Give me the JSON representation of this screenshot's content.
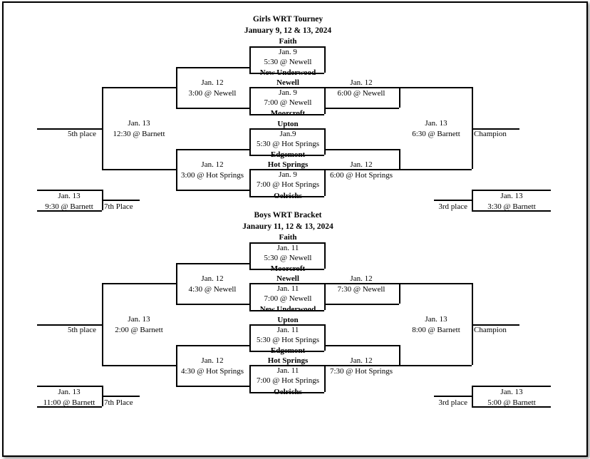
{
  "girls": {
    "title": "Girls WRT Tourney",
    "dates": "January 9, 12 & 13, 2024",
    "teams": [
      "Faith",
      "New Underwood",
      "Newell",
      "Moorcroft",
      "Upton",
      "Edgemont",
      "Hot Springs",
      "Oelrichs"
    ],
    "qf": [
      {
        "date": "Jan.  9",
        "time": "5:30 @ Newell"
      },
      {
        "date": "Jan. 9",
        "time": "7:00 @ Newell"
      },
      {
        "date": "Jan.9",
        "time": "5:30 @ Hot Springs"
      },
      {
        "date": "Jan. 9",
        "time": "7:00 @ Hot Springs"
      }
    ],
    "cons_left_top": {
      "date": "Jan. 12",
      "time": "3:00 @ Newell"
    },
    "cons_left_bot": {
      "date": "Jan. 12",
      "time": "3:00 @ Hot Springs"
    },
    "win_right_top": {
      "date": "Jan. 12",
      "time": "6:00 @ Newell"
    },
    "win_right_bot": {
      "date": "Jan. 12",
      "time": "6:00 @ Hot Springs"
    },
    "fifth": {
      "date": "Jan. 13",
      "time": "12:30 @ Barnett",
      "label": "5th place"
    },
    "champ": {
      "date": "Jan. 13",
      "time": "6:30 @ Barnett",
      "label": "Champion"
    },
    "seventh": {
      "date": "Jan. 13",
      "time": "9:30 @ Barnett",
      "label": "7th Place"
    },
    "third": {
      "date": "Jan. 13",
      "time": "3:30 @ Barnett",
      "label": "3rd place"
    }
  },
  "boys": {
    "title": "Boys WRT Bracket",
    "dates": "Janaury 11, 12 & 13, 2024",
    "teams": [
      "Faith",
      "Moorcroft",
      "Newell",
      "New Underwood",
      "Upton",
      "Edgemont",
      "Hot Springs",
      "Oelrichs"
    ],
    "qf": [
      {
        "date": "Jan. 11",
        "time": "5:30 @ Newell"
      },
      {
        "date": "Jan. 11",
        "time": "7:00 @ Newell"
      },
      {
        "date": "Jan. 11",
        "time": "5:30 @ Hot Springs"
      },
      {
        "date": "Jan. 11",
        "time": "7:00 @ Hot Springs"
      }
    ],
    "cons_left_top": {
      "date": "Jan. 12",
      "time": "4:30 @ Newell"
    },
    "cons_left_bot": {
      "date": "Jan. 12",
      "time": "4:30 @ Hot Springs"
    },
    "win_right_top": {
      "date": "Jan. 12",
      "time": "7:30 @ Newell"
    },
    "win_right_bot": {
      "date": "Jan. 12",
      "time": "7:30 @ Hot Springs"
    },
    "fifth": {
      "date": "Jan. 13",
      "time": "2:00 @ Barnett",
      "label": "5th place"
    },
    "champ": {
      "date": "Jan. 13",
      "time": "8:00 @ Barnett",
      "label": "Champion"
    },
    "seventh": {
      "date": "Jan. 13",
      "time": "11:00 @ Barnett",
      "label": "7th Place"
    },
    "third": {
      "date": "Jan. 13",
      "time": "5:00 @ Barnett",
      "label": "3rd place"
    }
  }
}
